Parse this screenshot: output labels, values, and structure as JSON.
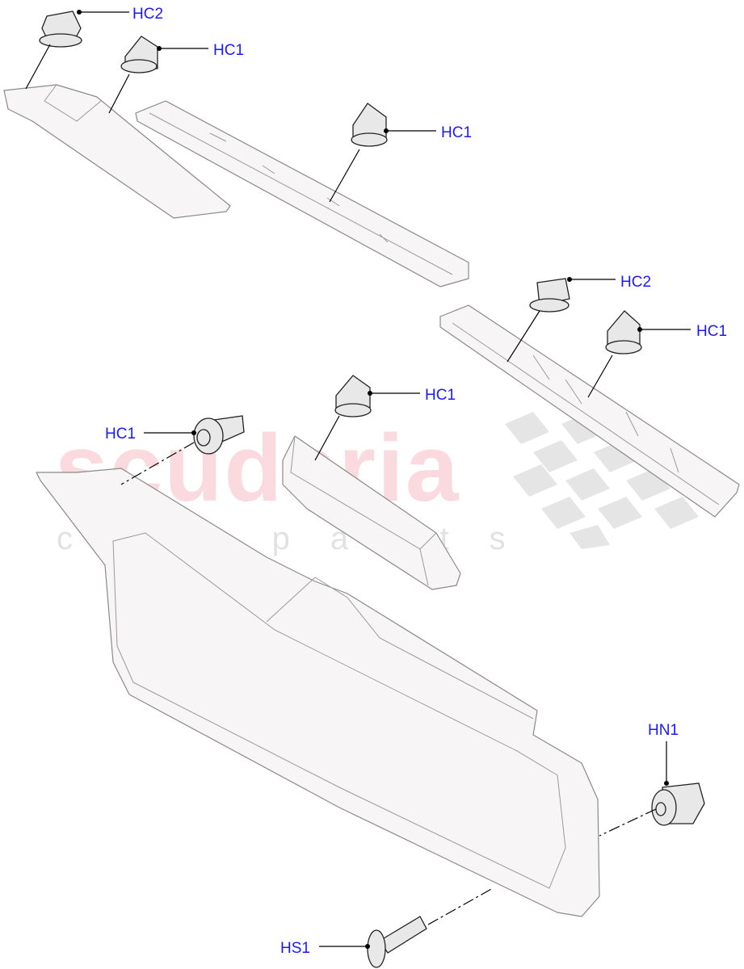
{
  "watermark": {
    "brand": "scuderia",
    "tagline": "car parts"
  },
  "callouts": [
    {
      "id": "hc2-top",
      "label": "HC2"
    },
    {
      "id": "hc1-top",
      "label": "HC1"
    },
    {
      "id": "hc1-rail",
      "label": "HC1"
    },
    {
      "id": "hc2-right",
      "label": "HC2"
    },
    {
      "id": "hc1-right",
      "label": "HC1"
    },
    {
      "id": "hc1-mid",
      "label": "HC1"
    },
    {
      "id": "hc1-left",
      "label": "HC1"
    },
    {
      "id": "hn1",
      "label": "HN1"
    },
    {
      "id": "hs1",
      "label": "HS1"
    }
  ],
  "colors": {
    "label": "#1a1aff",
    "outline": "#8a8a8a",
    "watermark": "#f096a0"
  }
}
